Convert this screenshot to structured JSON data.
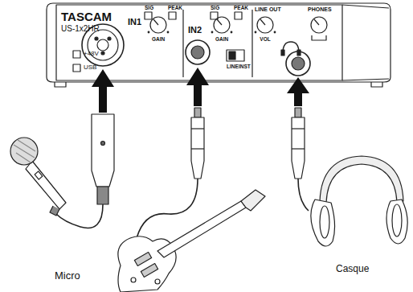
{
  "diagram": {
    "labels": [
      "TASCAM",
      "US-1x2HR",
      "IN1",
      "+48V",
      "USB",
      "SIG",
      "PEAK",
      "GAIN",
      "IN2",
      "SIG",
      "PEAK",
      "GAIN",
      "LINE",
      "INST",
      "LINE OUT",
      "VOL",
      "PHONES",
      "Micro",
      "Casque"
    ]
  }
}
